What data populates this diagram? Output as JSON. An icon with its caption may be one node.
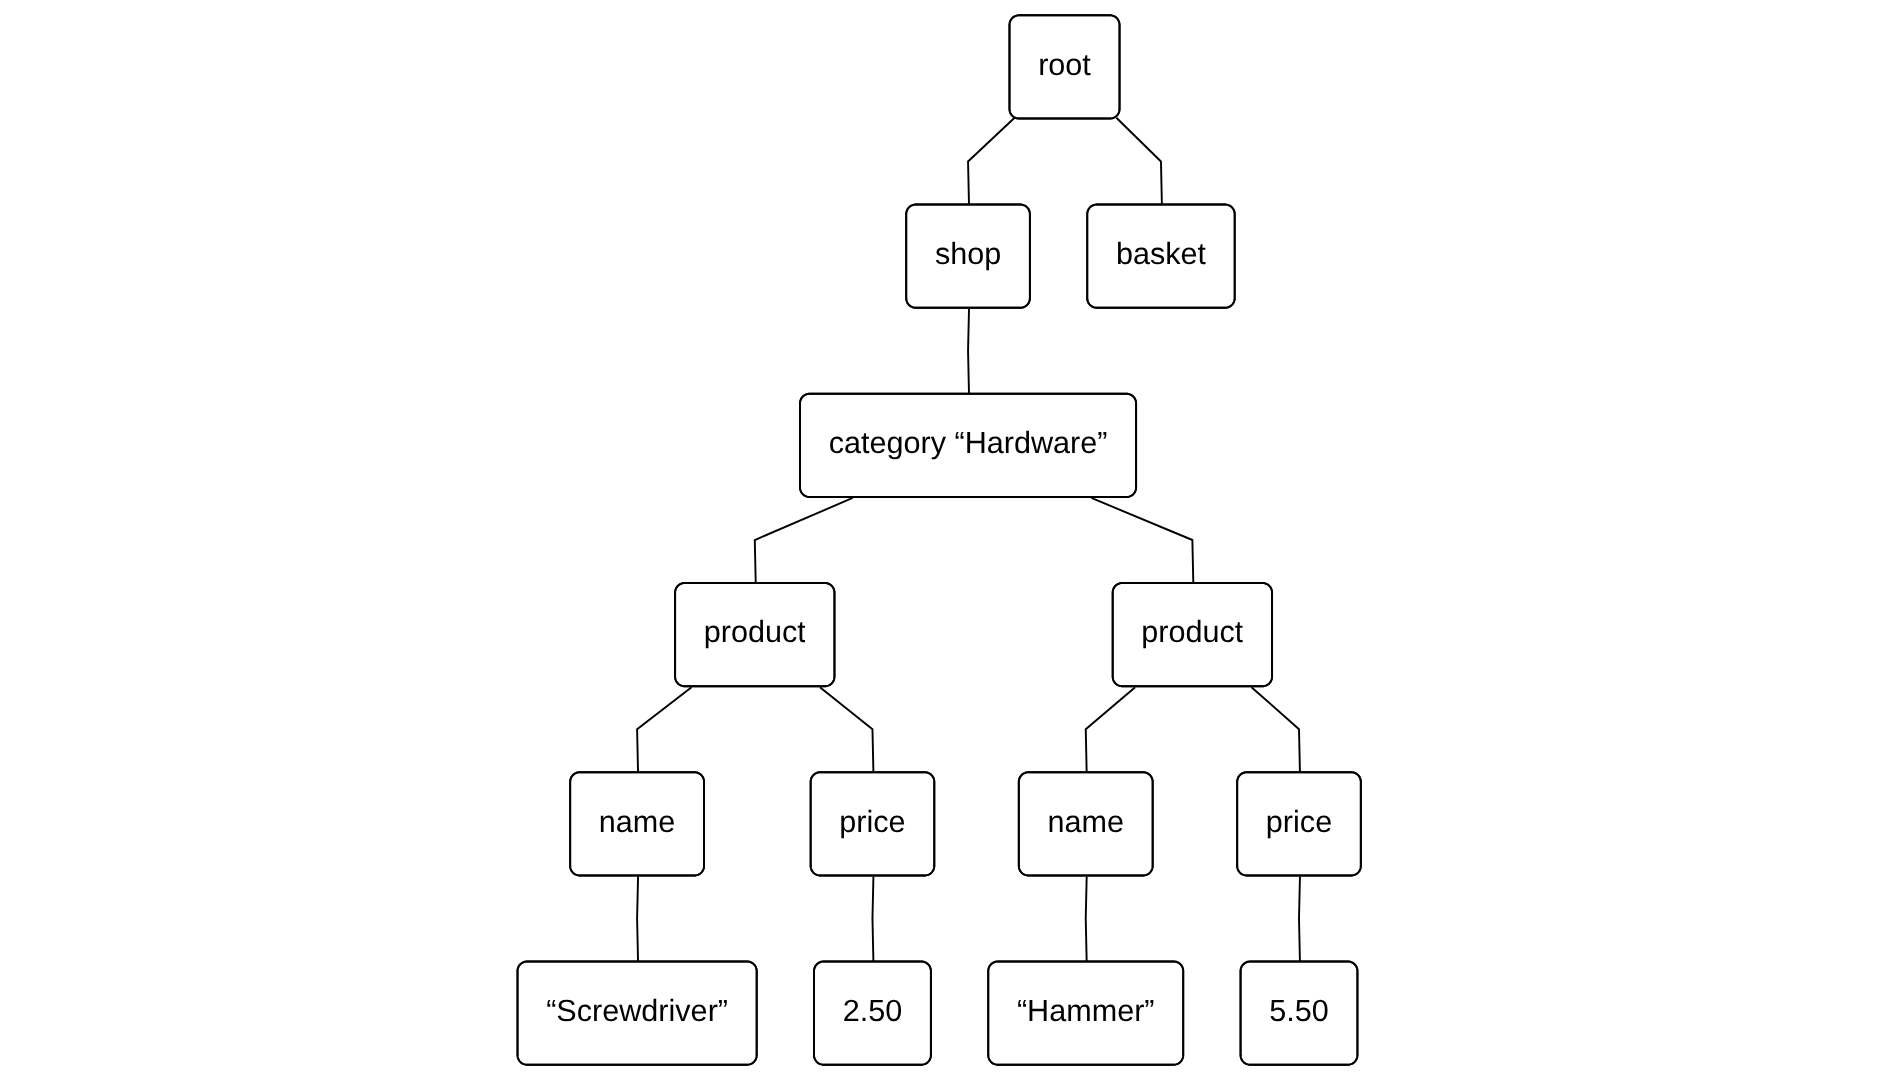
{
  "diagram": {
    "nodes": [
      {
        "text": [
          "root"
        ]
      },
      {
        "text": [
          "shop"
        ]
      },
      {
        "text": [
          "basket"
        ]
      },
      {
        "text": [
          "category “Hardware”"
        ]
      },
      {
        "text": [
          "product"
        ]
      },
      {
        "text": [
          "product"
        ]
      },
      {
        "text": [
          "name"
        ]
      },
      {
        "text": [
          "price"
        ]
      },
      {
        "text": [
          "name"
        ]
      },
      {
        "text": [
          "price"
        ]
      },
      {
        "text": [
          "“Screwdriver”"
        ]
      },
      {
        "text": [
          "2.50"
        ]
      },
      {
        "text": [
          "“Hammer”"
        ]
      },
      {
        "text": [
          "5.50"
        ]
      }
    ],
    "edges": [
      {
        "from": 0,
        "to": 1,
        "arrow": "none"
      },
      {
        "from": 0,
        "to": 2,
        "arrow": "none"
      },
      {
        "from": 1,
        "to": 3,
        "arrow": "none"
      },
      {
        "from": 3,
        "to": 4,
        "arrow": "none"
      },
      {
        "from": 3,
        "to": 5,
        "arrow": "none"
      },
      {
        "from": 4,
        "to": 6,
        "arrow": "none"
      },
      {
        "from": 4,
        "to": 7,
        "arrow": "none"
      },
      {
        "from": 5,
        "to": 8,
        "arrow": "none"
      },
      {
        "from": 5,
        "to": 9,
        "arrow": "none"
      },
      {
        "from": 6,
        "to": 10,
        "arrow": "none"
      },
      {
        "from": 7,
        "to": 11,
        "arrow": "none"
      },
      {
        "from": 8,
        "to": 12,
        "arrow": "none"
      },
      {
        "from": 9,
        "to": 13,
        "arrow": "none"
      }
    ]
  }
}
